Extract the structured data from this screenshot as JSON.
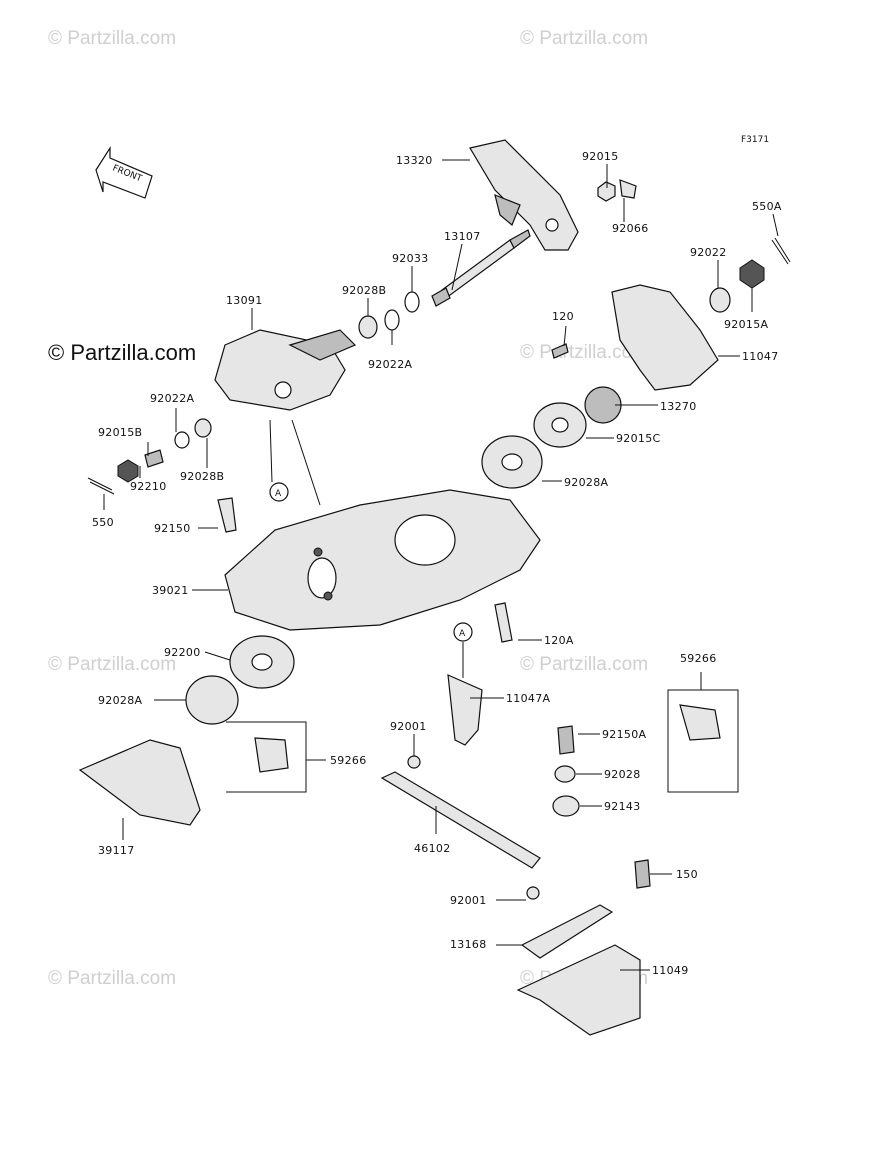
{
  "watermarks": [
    "© Partzilla.com",
    "© Partzilla.com",
    "© Partzilla.com",
    "© Partzilla.com",
    "© Partzilla.com",
    "© Partzilla.com",
    "© Partzilla.com"
  ],
  "watermark_main": "© Partzilla.com",
  "figure_code": "F3171",
  "front_label": "FRONT",
  "ref_marks": {
    "a1": "A",
    "a2": "A"
  },
  "parts": {
    "p13320": "13320",
    "p92015": "92015",
    "p92066": "92066",
    "p550A": "550A",
    "p13107": "13107",
    "p92033": "92033",
    "p92028B_top": "92028B",
    "p92022A_top": "92022A",
    "p13091": "13091",
    "p92022": "92022",
    "p92015A": "92015A",
    "p120": "120",
    "p11047": "11047",
    "p13270": "13270",
    "p92015C": "92015C",
    "p92022A_left": "92022A",
    "p92015B": "92015B",
    "p92028B_left": "92028B",
    "p92210": "92210",
    "p550": "550",
    "p92028A_right": "92028A",
    "p92150": "92150",
    "p39021": "39021",
    "p120A": "120A",
    "p92200": "92200",
    "p11047A": "11047A",
    "p59266_right": "59266",
    "p92028A_left": "92028A",
    "p92001_top": "92001",
    "p92150A": "92150A",
    "p59266_left": "59266",
    "p92028": "92028",
    "p92143": "92143",
    "p39117": "39117",
    "p46102": "46102",
    "p150": "150",
    "p92001_bot": "92001",
    "p13168": "13168",
    "p11049": "11049"
  }
}
